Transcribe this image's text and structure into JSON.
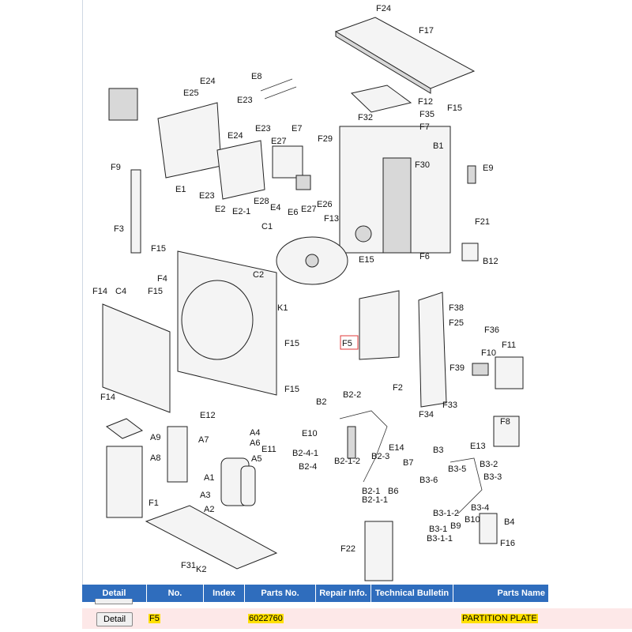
{
  "labels": {
    "F24": "F24",
    "F17": "F17",
    "F12": "F12",
    "F35": "F35",
    "F15a": "F15",
    "F7": "F7",
    "F32": "F32",
    "B1": "B1",
    "F29": "F29",
    "F30": "F30",
    "E9": "E9",
    "E8": "E8",
    "E24a": "E24",
    "E25": "E25",
    "E23a": "E23",
    "E23b": "E23",
    "E7": "E7",
    "E24b": "E24",
    "E27a": "E27",
    "F9": "F9",
    "E1": "E1",
    "E23c": "E23",
    "E28": "E28",
    "E4": "E4",
    "E6": "E6",
    "E27b": "E27",
    "E26": "E26",
    "E2": "E2",
    "E2-1": "E2-1",
    "F13": "F13",
    "F21": "F21",
    "F3": "F3",
    "C1": "C1",
    "F15b": "F15",
    "E15": "E15",
    "F6": "F6",
    "B12": "B12",
    "F4": "F4",
    "C2": "C2",
    "F14a": "F14",
    "C4": "C4",
    "F15c": "F15",
    "K1": "K1",
    "F38": "F38",
    "F25": "F25",
    "F36": "F36",
    "F5": "F5",
    "F15d": "F15",
    "F10": "F10",
    "F11": "F11",
    "F39": "F39",
    "F14b": "F14",
    "F15e": "F15",
    "F2": "F2",
    "F34": "F34",
    "F33": "F33",
    "B2": "B2",
    "B2-2": "B2-2",
    "E12": "E12",
    "F8": "F8",
    "A9": "A9",
    "A7": "A7",
    "A4": "A4",
    "A6": "A6",
    "E11": "E11",
    "A5": "A5",
    "E10": "E10",
    "E14": "E14",
    "E13": "E13",
    "B2-4-1": "B2-4-1",
    "B2-1-2": "B2-1-2",
    "B2-3": "B2-3",
    "B7": "B7",
    "B3": "B3",
    "B3-2": "B3-2",
    "A8": "A8",
    "A1": "A1",
    "B2-4": "B2-4",
    "B3-5": "B3-5",
    "B3-3": "B3-3",
    "B3-6": "B3-6",
    "B2-1": "B2-1",
    "B2-1-1": "B2-1-1",
    "B6": "B6",
    "A3": "A3",
    "A2": "A2",
    "F1": "F1",
    "B3-4": "B3-4",
    "B3-1-2": "B3-1-2",
    "B10": "B10",
    "B3-1": "B3-1",
    "B9": "B9",
    "B4": "B4",
    "B3-1-1": "B3-1-1",
    "F22": "F22",
    "F16": "F16",
    "F31": "F31",
    "K2": "K2"
  },
  "table": {
    "headers": [
      "Detail",
      "No.",
      "Index",
      "Parts No.",
      "Repair Info.",
      "Technical Bulletin",
      "Parts Name"
    ],
    "row": {
      "button": "Detail",
      "no": "F5",
      "index": "",
      "parts_no": "6022760",
      "repair_info": "",
      "technical_bulletin": "",
      "parts_name": "PARTITION PLATE"
    }
  },
  "colors": {
    "header_bg": "#2f6dbd",
    "row_bg": "#fde8e8",
    "highlight": "#ffe000",
    "callout_box": "#e03a3a"
  }
}
